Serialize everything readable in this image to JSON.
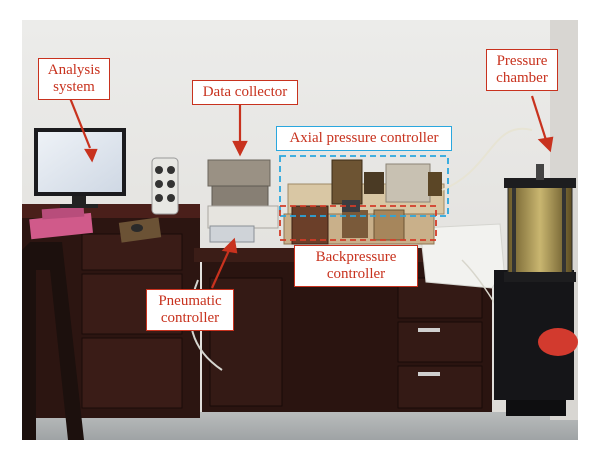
{
  "labels": {
    "analysis_system": [
      "Analysis",
      "system"
    ],
    "data_collector": "Data collector",
    "axial_pressure_controller": "Axial pressure controller",
    "pressure_chamber": [
      "Pressure",
      "chamber"
    ],
    "backpressure_controller": [
      "Backpressure",
      "controller"
    ],
    "pneumatic_controller": [
      "Pneumatic",
      "controller"
    ]
  },
  "colors": {
    "label_text": "#c8321e",
    "label_border_red": "#c8321e",
    "label_border_blue": "#2aa7de",
    "dashed_box_blue": "#2aa7de",
    "dashed_box_red": "#d23c28",
    "wall": "#e6e6e2",
    "desk": "#2b1a14"
  }
}
